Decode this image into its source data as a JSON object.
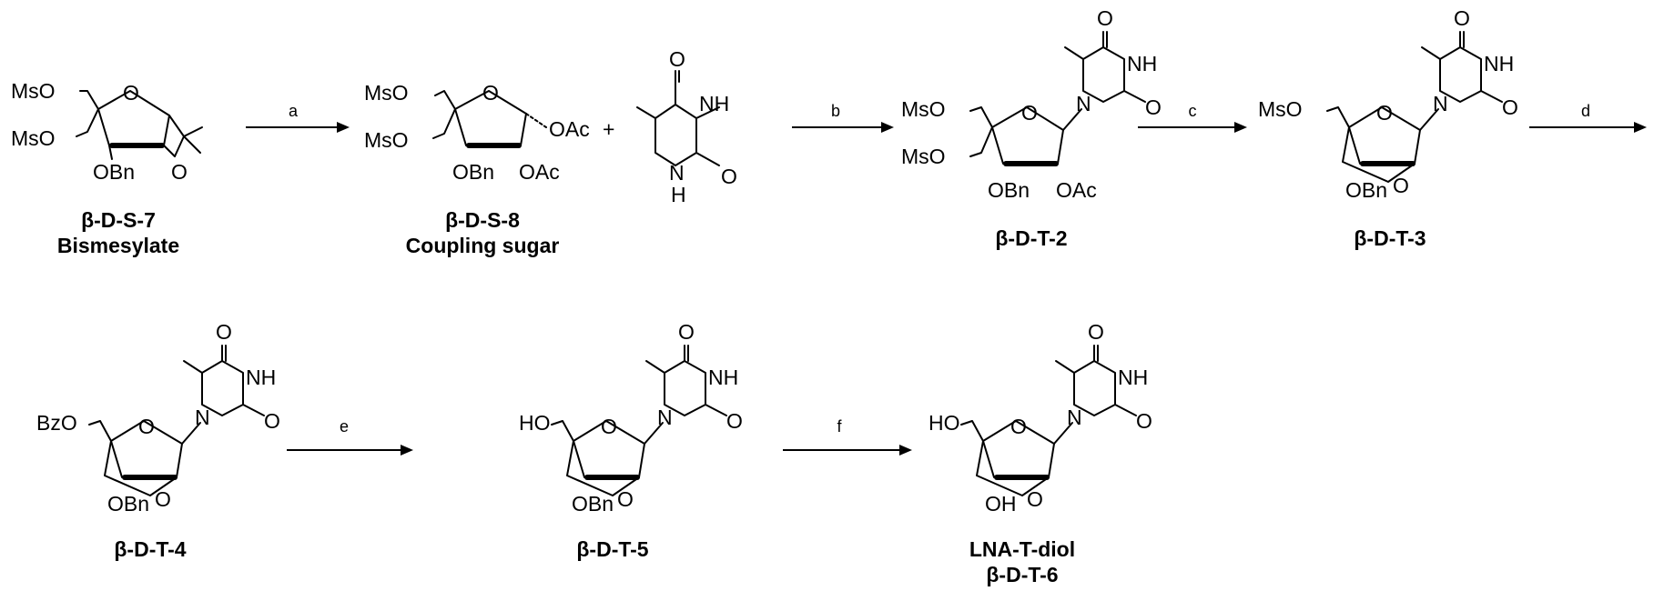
{
  "compounds": [
    {
      "id": "c7",
      "label": "β-D-S-7",
      "sublabel": "Bismesylate",
      "sub1": "MsO",
      "sub2": "MsO",
      "sub3": "OBn"
    },
    {
      "id": "c8",
      "label": "β-D-S-8",
      "sublabel": "Coupling sugar",
      "sub1": "MsO",
      "sub2": "MsO",
      "sub3": "OBn",
      "sub4": "OAc",
      "sub5": "OAc"
    },
    {
      "id": "t2",
      "label": "β-D-T-2",
      "sub1": "MsO",
      "sub2": "MsO",
      "sub3": "OBn",
      "sub4": "OAc"
    },
    {
      "id": "t3",
      "label": "β-D-T-3",
      "sub1": "MsO",
      "sub3": "OBn"
    },
    {
      "id": "t4",
      "label": "β-D-T-4",
      "sub1": "BzO",
      "sub3": "OBn"
    },
    {
      "id": "t5",
      "label": "β-D-T-5",
      "sub1": "HO",
      "sub3": "OBn"
    },
    {
      "id": "t6",
      "label": "β-D-T-6",
      "labelTop": "LNA-T-diol",
      "sub1": "HO",
      "sub3": "OH"
    }
  ],
  "plus": "+",
  "thymine_labels": {
    "o": "O",
    "nh": "NH",
    "n": "N",
    "h": "H"
  },
  "ring_o": "O",
  "steps": {
    "a": "a",
    "b": "b",
    "c": "c",
    "d": "d",
    "e": "e",
    "f": "f"
  }
}
